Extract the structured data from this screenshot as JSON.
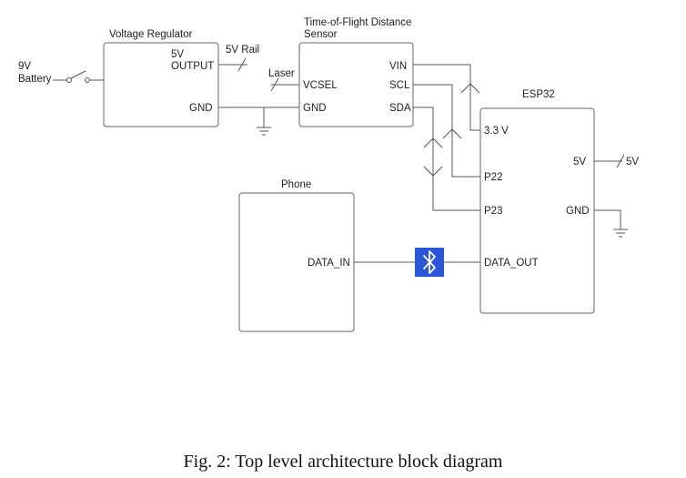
{
  "battery": {
    "label_line1": "9V",
    "label_line2": "Battery"
  },
  "voltage_regulator": {
    "title": "Voltage Regulator",
    "out_line1": "5V",
    "out_line2": "OUTPUT",
    "gnd": "GND"
  },
  "rail_label": "5V Rail",
  "laser_label": "Laser",
  "tof_sensor": {
    "title_line1": "Time-of-Flight Distance",
    "title_line2": "Sensor",
    "pins": {
      "vcsel": "VCSEL",
      "gnd": "GND",
      "vin": "VIN",
      "scl": "SCL",
      "sda": "SDA"
    }
  },
  "esp32": {
    "title": "ESP32",
    "pins": {
      "v33": "3.3 V",
      "p22": "P22",
      "p23": "P23",
      "data_out": "DATA_OUT",
      "v5": "5V",
      "gnd": "GND"
    },
    "v5_out_label": "5V"
  },
  "phone": {
    "title": "Phone",
    "data_in": "DATA_IN"
  },
  "bluetooth": {
    "color": "#2a55d6",
    "icon": "bluetooth-icon"
  },
  "caption": "Fig. 2: Top level architecture block diagram"
}
